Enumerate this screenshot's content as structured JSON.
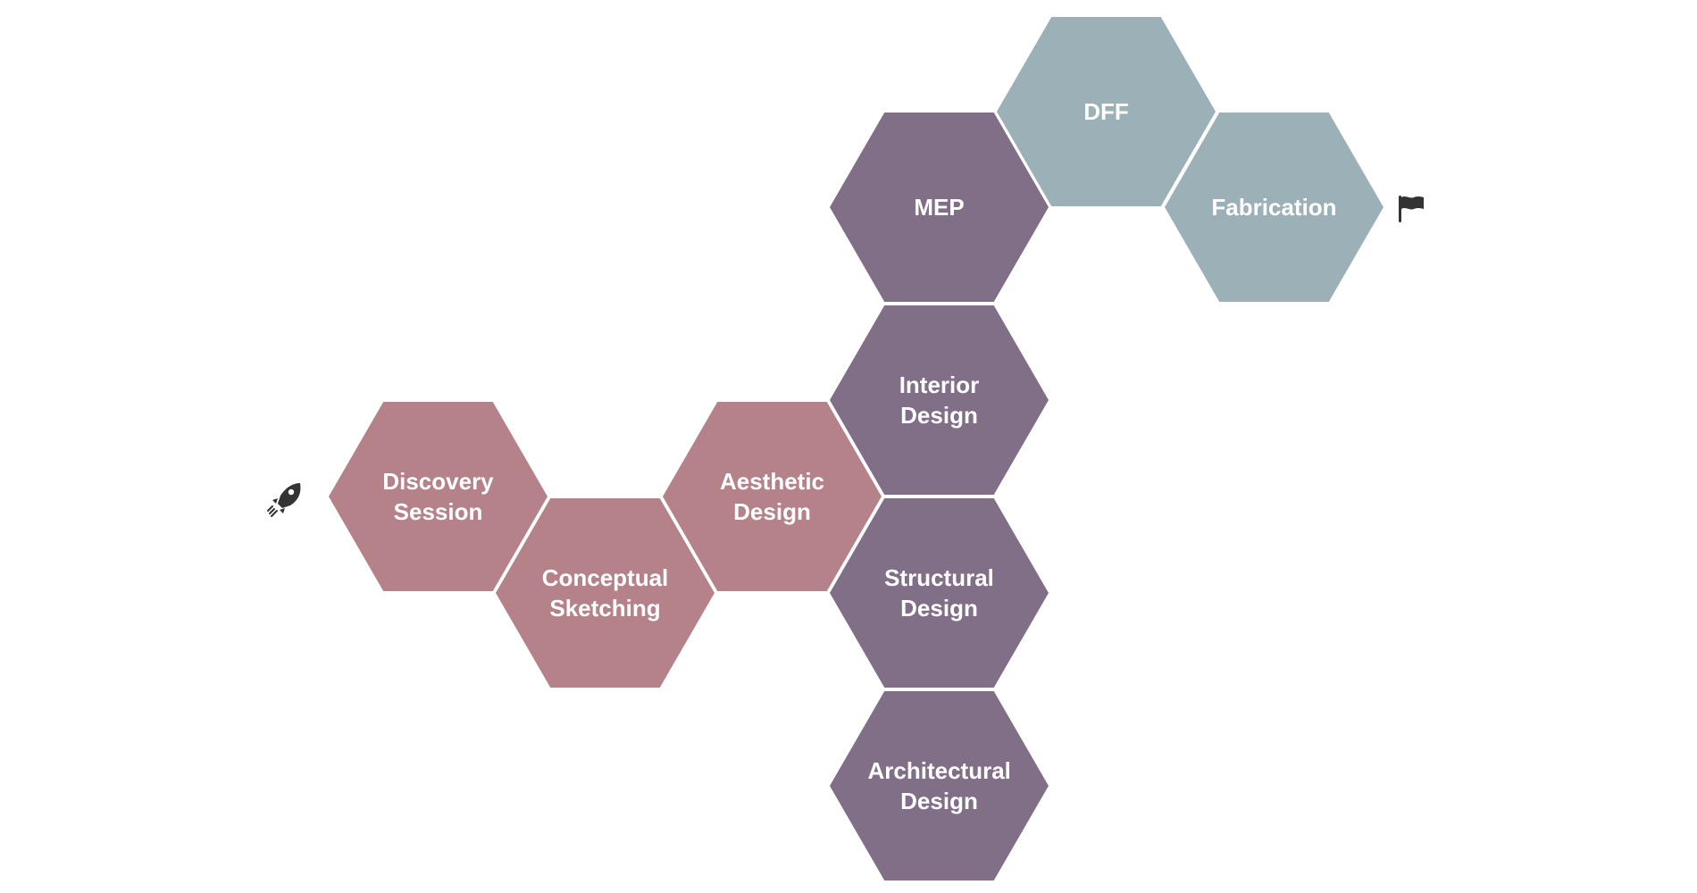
{
  "colors": {
    "pink": "#b5828a",
    "purple": "#816f87",
    "gray": "#9cb0b7",
    "icon": "#333333"
  },
  "icons": {
    "start": "rocket-icon",
    "end": "flag-icon"
  },
  "steps": {
    "discovery": "Discovery Session",
    "conceptual": "Conceptual Sketching",
    "aesthetic": "Aesthetic Design",
    "interior": "Interior Design",
    "structural": "Structural Design",
    "architectural": "Architectural Design",
    "mep": "MEP",
    "dff": "DFF",
    "fabrication": "Fabrication"
  }
}
